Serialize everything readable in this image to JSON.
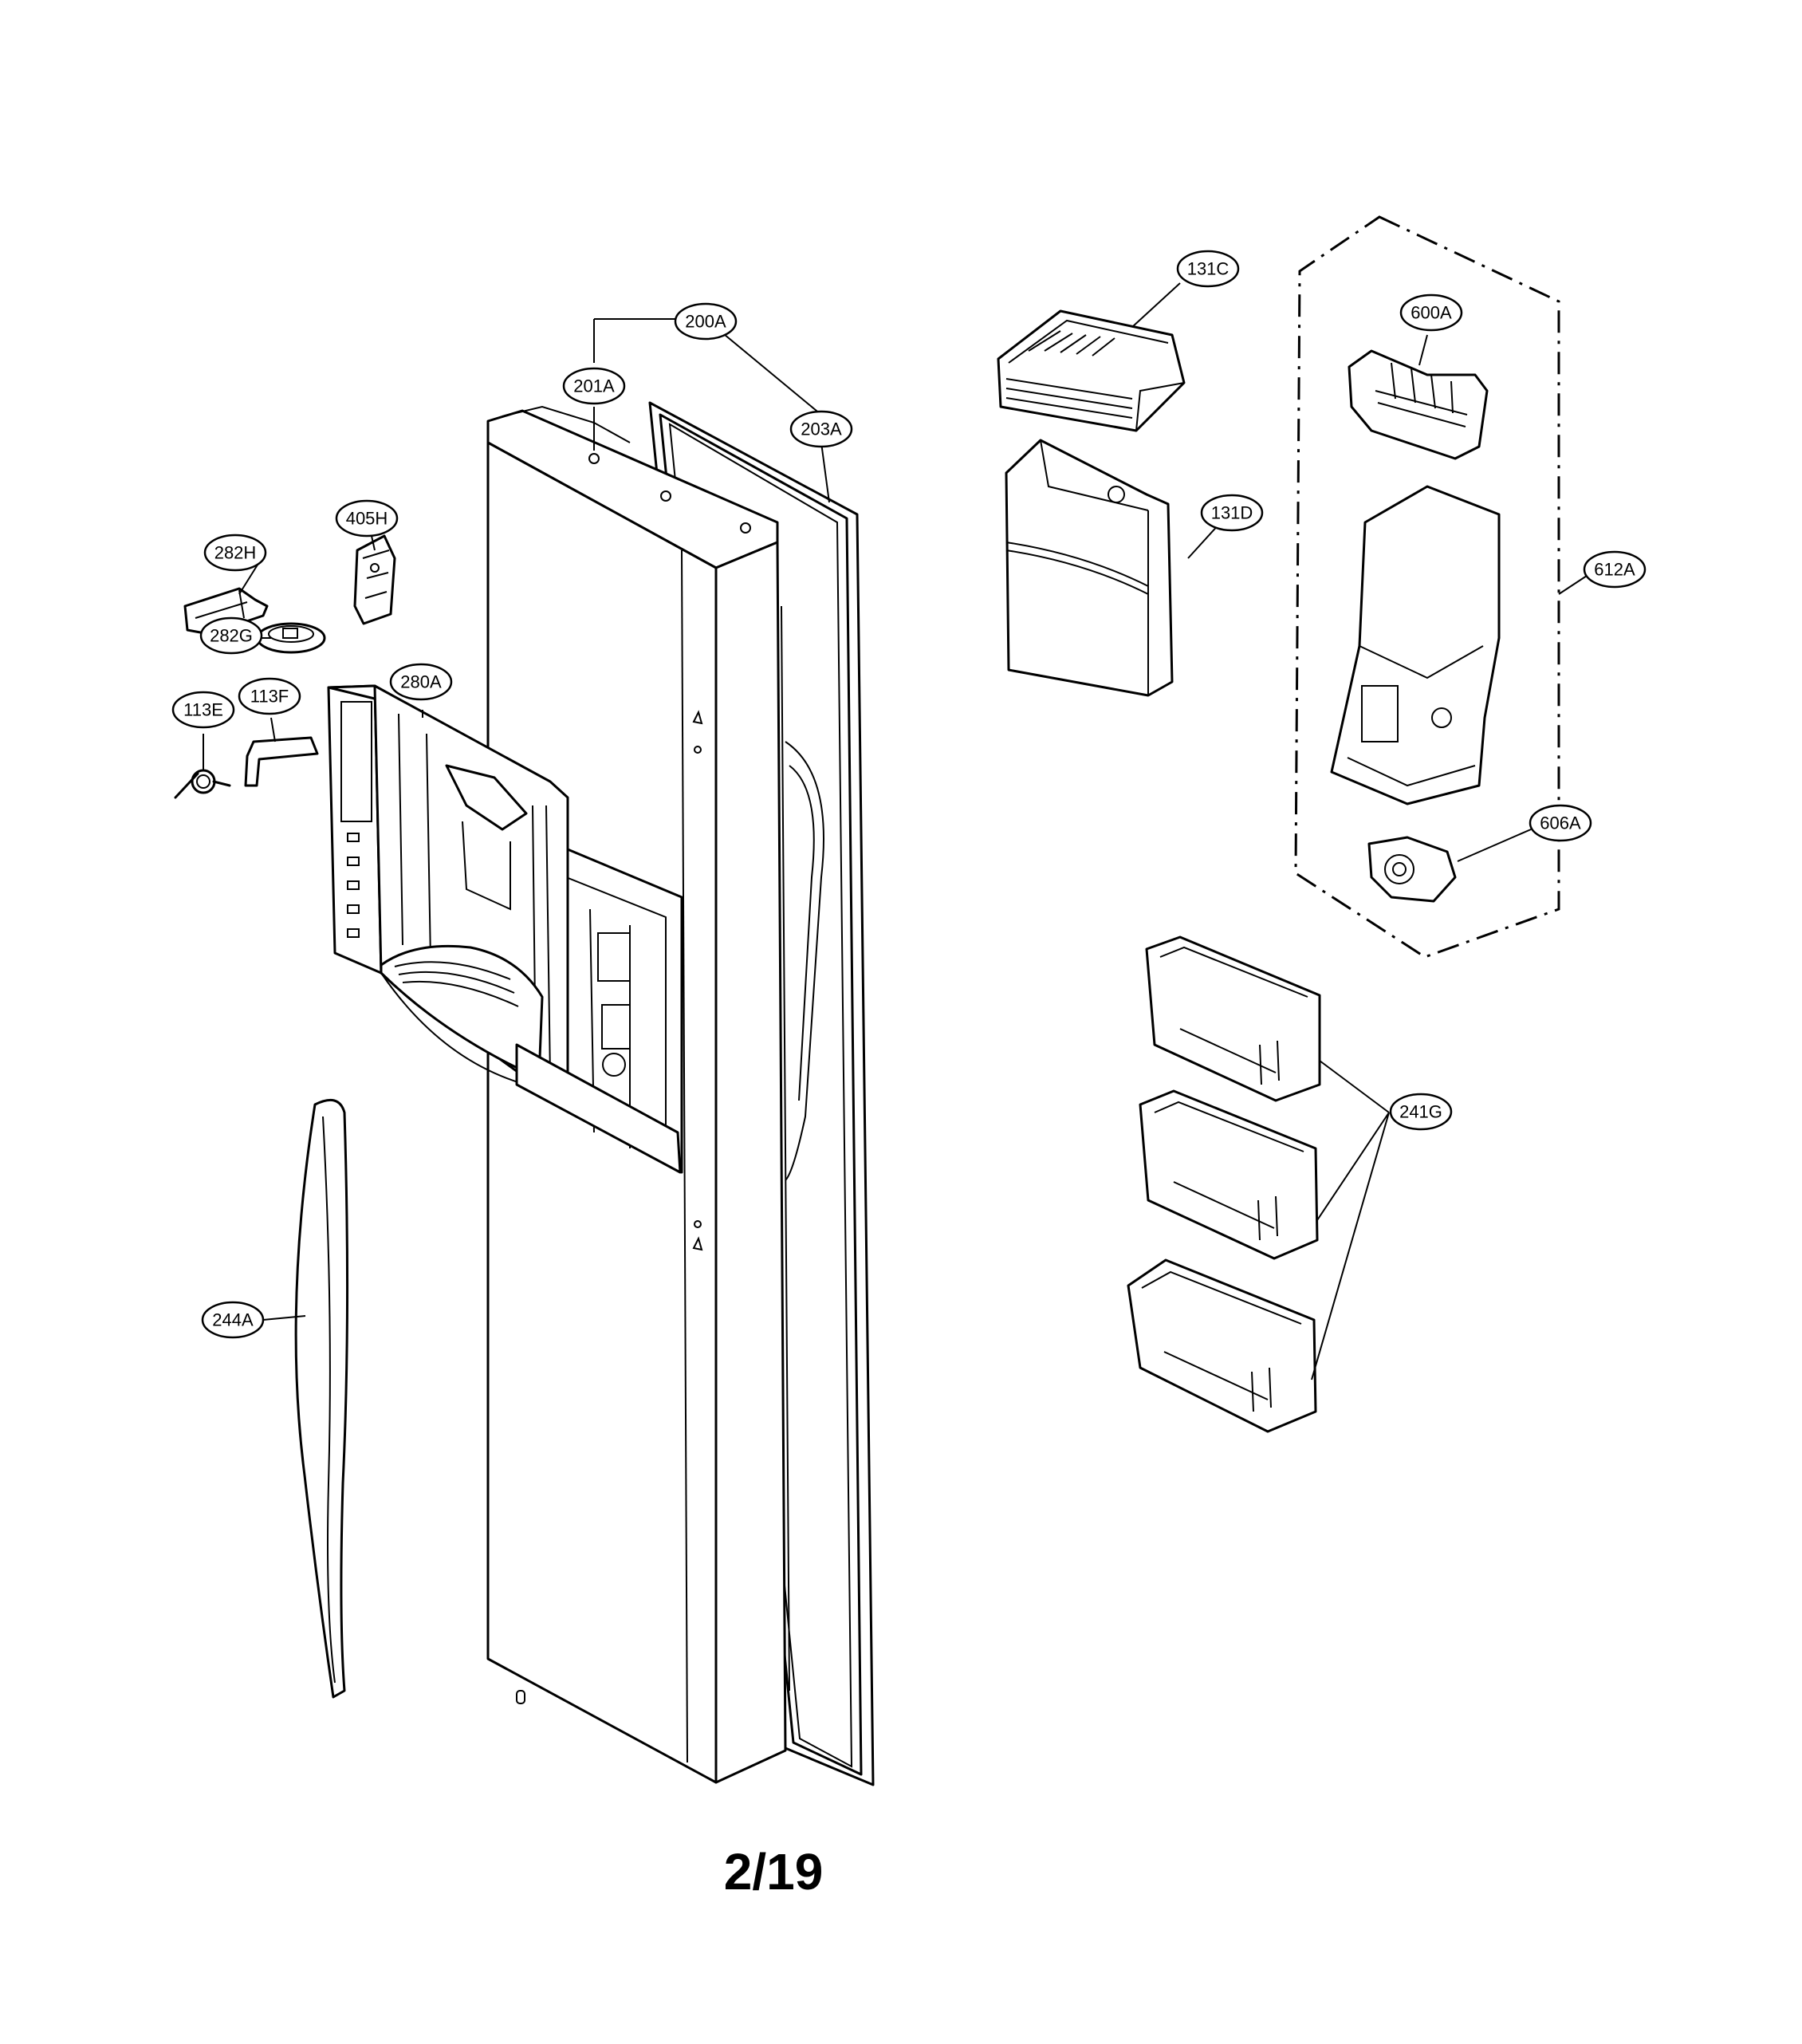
{
  "labels": {
    "l_200A": "200A",
    "l_201A": "201A",
    "l_203A": "203A",
    "l_405H": "405H",
    "l_282H": "282H",
    "l_282G": "282G",
    "l_113E": "113E",
    "l_113F": "113F",
    "l_280A": "280A",
    "l_244A": "244A",
    "l_131C": "131C",
    "l_131D": "131D",
    "l_600A": "600A",
    "l_612A": "612A",
    "l_606A": "606A",
    "l_241G": "241G"
  },
  "page_number": "2/19"
}
